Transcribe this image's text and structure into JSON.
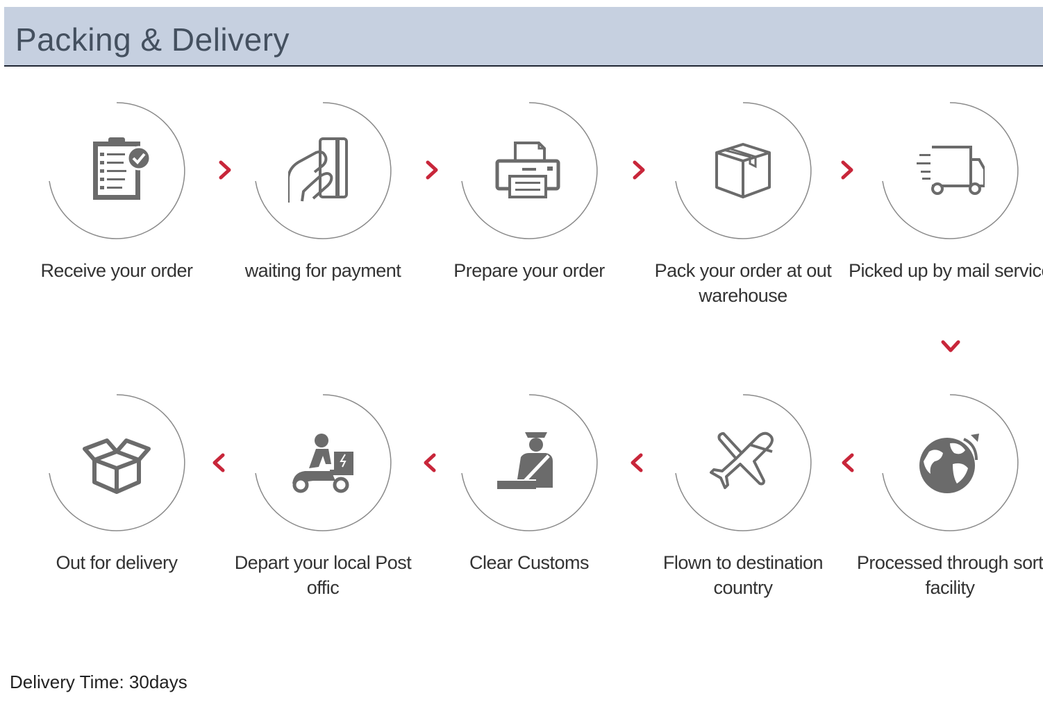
{
  "header": {
    "title": "Packing & Delivery"
  },
  "accent_color": "#c8263a",
  "icon_color": "#6b6b6b",
  "steps": [
    {
      "label": "Receive your order",
      "icon": "clipboard-check-icon"
    },
    {
      "label": "waiting for payment",
      "icon": "hand-card-icon"
    },
    {
      "label": "Prepare your order",
      "icon": "printer-icon"
    },
    {
      "label": "Pack your order at out warehouse",
      "icon": "package-box-icon"
    },
    {
      "label": "Picked up by mail service",
      "icon": "delivery-truck-icon"
    },
    {
      "label": "Processed through sort facility",
      "icon": "globe-icon"
    },
    {
      "label": "Flown to destination country",
      "icon": "airplane-icon"
    },
    {
      "label": "Clear Customs",
      "icon": "customs-officer-icon"
    },
    {
      "label": "Depart your local Post offic",
      "icon": "courier-scooter-icon"
    },
    {
      "label": "Out for delivery",
      "icon": "open-box-icon"
    }
  ],
  "footer": {
    "delivery_time": "Delivery Time: 30days"
  }
}
